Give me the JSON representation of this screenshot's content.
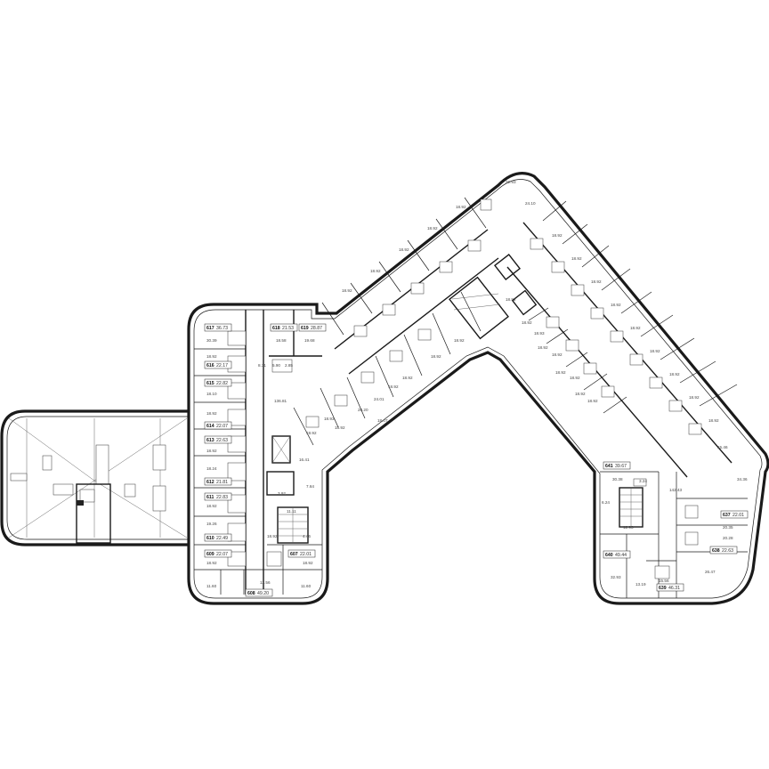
{
  "units": [
    {
      "num": "617",
      "area": "36.73"
    },
    {
      "num": "618",
      "area": "21.53"
    },
    {
      "num": "619",
      "area": "28.87"
    },
    {
      "num": "616",
      "area": "22.17"
    },
    {
      "num": "615",
      "area": "22.82"
    },
    {
      "num": "614",
      "area": "22.07"
    },
    {
      "num": "613",
      "area": "22.63"
    },
    {
      "num": "612",
      "area": "21.81"
    },
    {
      "num": "611",
      "area": "22.83"
    },
    {
      "num": "610",
      "area": "22.49"
    },
    {
      "num": "609",
      "area": "22.07"
    },
    {
      "num": "607",
      "area": "22.01"
    },
    {
      "num": "608",
      "area": "49.20"
    },
    {
      "num": "641",
      "area": "39.67"
    },
    {
      "num": "640",
      "area": "49.44"
    },
    {
      "num": "639",
      "area": "46.31"
    },
    {
      "num": "637",
      "area": "22.01"
    },
    {
      "num": "638",
      "area": "22.63"
    }
  ],
  "rooms": [
    {
      "label": "30.39"
    },
    {
      "label": "18.58"
    },
    {
      "label": "19.68"
    },
    {
      "label": "18.92"
    },
    {
      "label": "18.10"
    },
    {
      "label": "18.92"
    },
    {
      "label": "18.92"
    },
    {
      "label": "18.24"
    },
    {
      "label": "18.92"
    },
    {
      "label": "19.26"
    },
    {
      "label": "18.92"
    },
    {
      "label": "18.92"
    },
    {
      "label": "18.92"
    },
    {
      "label": "11.60"
    },
    {
      "label": "13.56"
    },
    {
      "label": "11.60"
    },
    {
      "label": "136.81"
    },
    {
      "label": "16.41"
    },
    {
      "label": "3.92"
    },
    {
      "label": "7.64"
    },
    {
      "label": "11.11"
    },
    {
      "label": "4.46"
    },
    {
      "label": "30.38"
    },
    {
      "label": "3.24"
    },
    {
      "label": "142.43"
    },
    {
      "label": "6.24"
    },
    {
      "label": "12.93"
    },
    {
      "label": "32.93"
    },
    {
      "label": "13.19"
    },
    {
      "label": "15.56"
    },
    {
      "label": "26.47"
    },
    {
      "label": "20.28"
    },
    {
      "label": "20.35"
    },
    {
      "label": "34.36"
    },
    {
      "label": "15.46"
    },
    {
      "label": "18.92"
    },
    {
      "label": "18.92"
    },
    {
      "label": "18.92"
    },
    {
      "label": "18.92"
    },
    {
      "label": "18.92"
    },
    {
      "label": "18.92"
    },
    {
      "label": "18.92"
    },
    {
      "label": "18.92"
    },
    {
      "label": "18.92"
    },
    {
      "label": "24.10"
    },
    {
      "label": "18.93"
    },
    {
      "label": "18.92"
    },
    {
      "label": "18.92"
    },
    {
      "label": "18.92"
    },
    {
      "label": "24.01"
    },
    {
      "label": "18.92"
    },
    {
      "label": "18.92"
    },
    {
      "label": "18.92"
    },
    {
      "label": "18.92"
    },
    {
      "label": "18.92"
    },
    {
      "label": "18.92"
    },
    {
      "label": "18.92"
    },
    {
      "label": "18.92"
    },
    {
      "label": "32.93"
    },
    {
      "label": "18.92"
    },
    {
      "label": "28.20"
    },
    {
      "label": "18.92"
    },
    {
      "label": "18.93"
    },
    {
      "label": "18.92"
    },
    {
      "label": "18.07"
    },
    {
      "label": "18.92"
    },
    {
      "label": "18.92"
    },
    {
      "label": "18.92"
    },
    {
      "label": "18.92"
    },
    {
      "label": "18.92"
    },
    {
      "label": "8.31"
    },
    {
      "label": "5.90"
    },
    {
      "label": "2.85"
    }
  ]
}
